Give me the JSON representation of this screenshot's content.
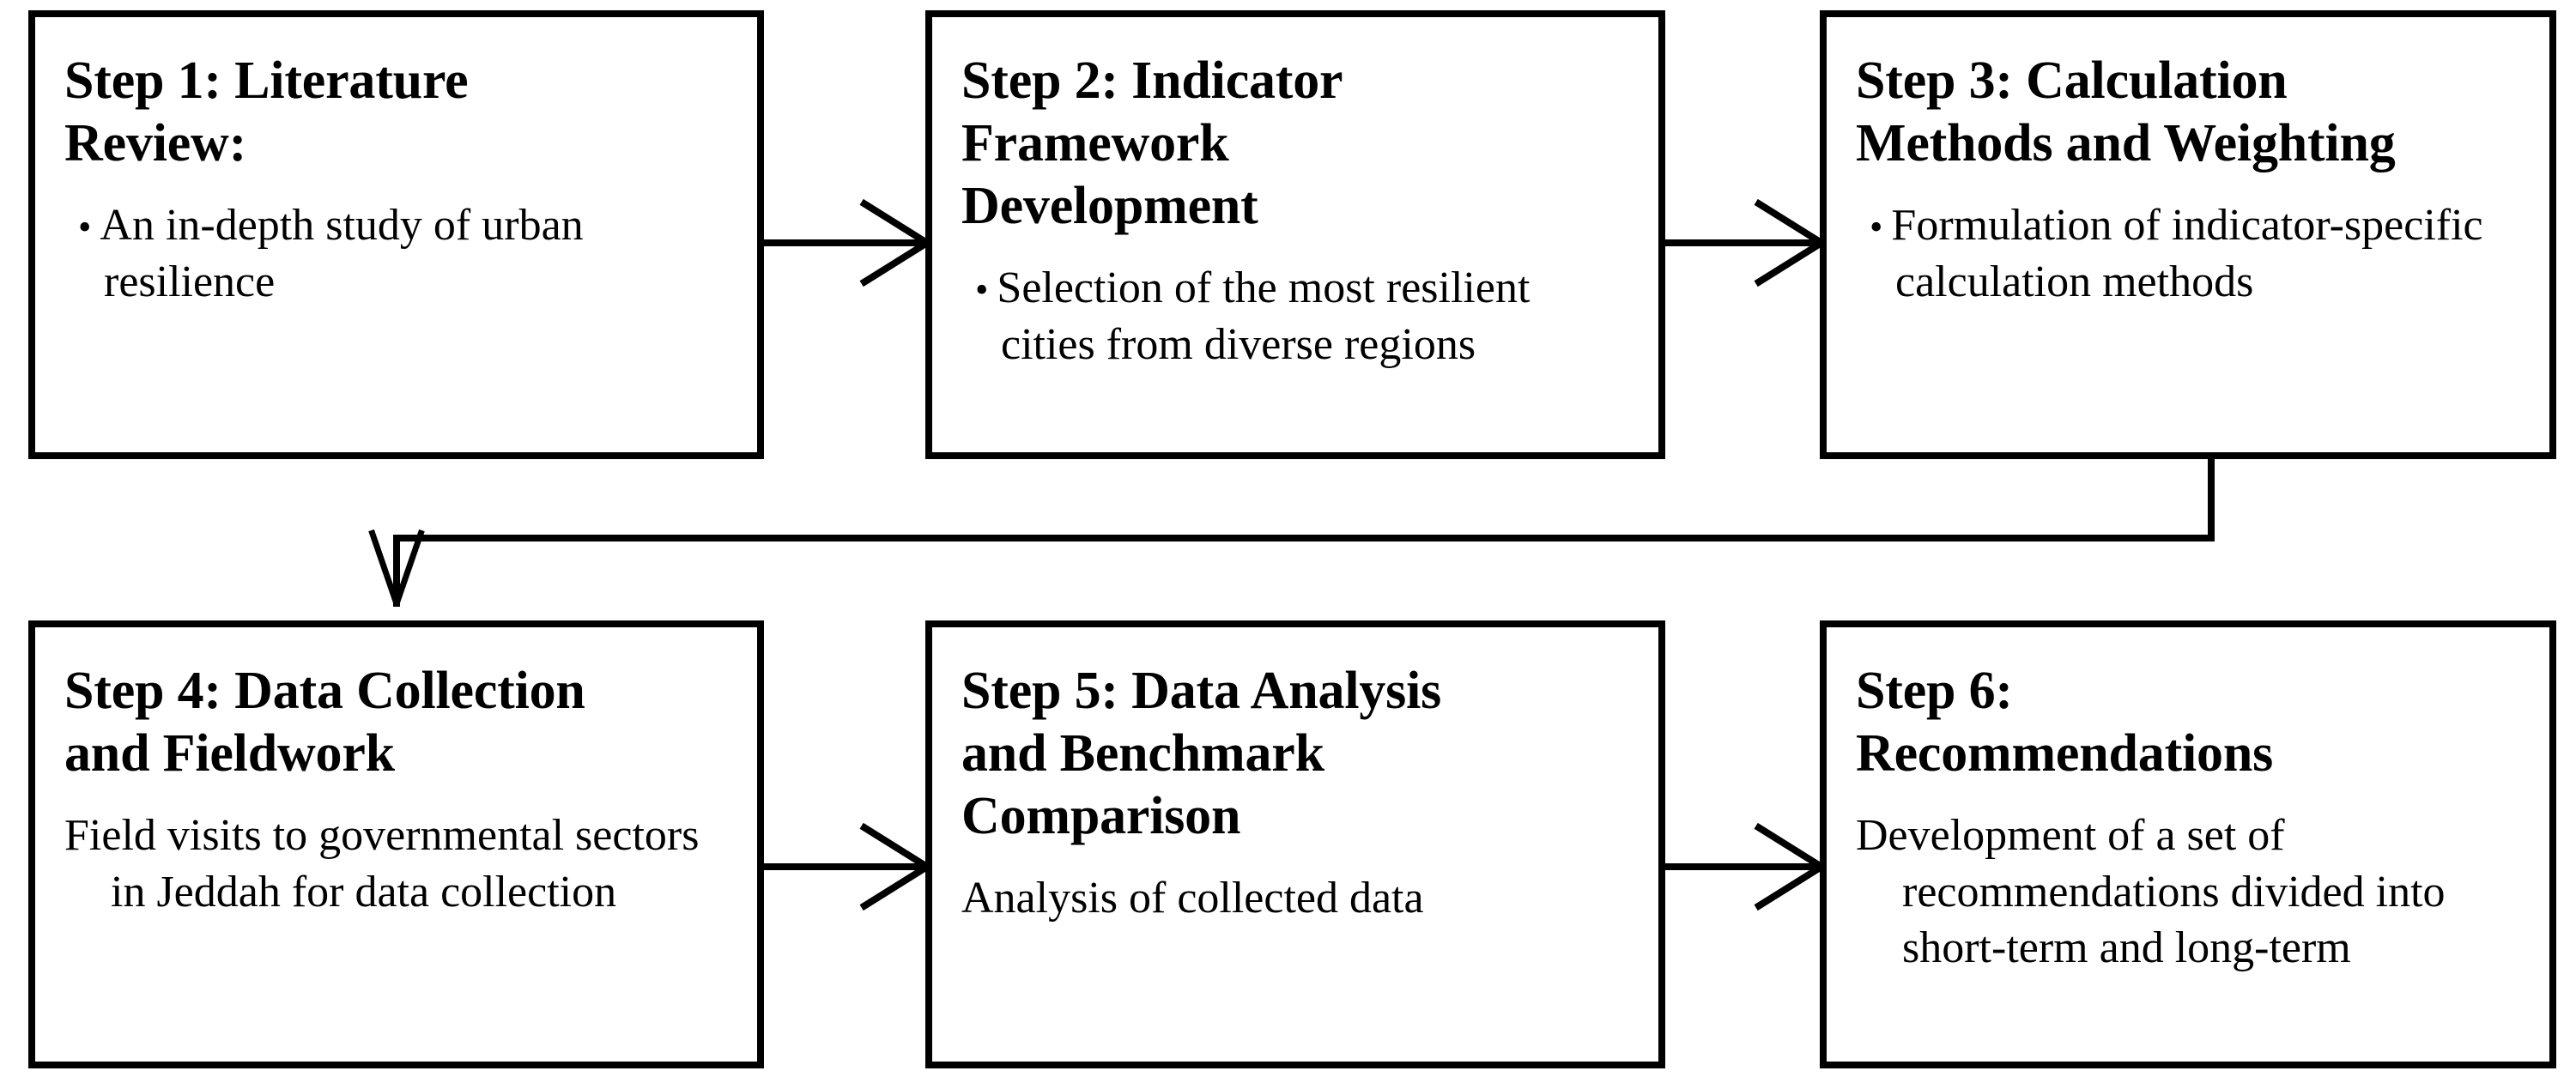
{
  "diagram": {
    "type": "flowchart",
    "orientation": "two-row-snake",
    "connector_style": "open-arrowhead",
    "stroke_color": "#000000",
    "background_color": "#ffffff",
    "steps": [
      {
        "id": "step-1",
        "title": "Step 1:  Literature\nReview:",
        "bullet_marker": "•",
        "body": "An in-depth study of urban resilience",
        "has_bullet": true
      },
      {
        "id": "step-2",
        "title": "Step 2: Indicator\nFramework\nDevelopment",
        "bullet_marker": "•",
        "body": "Selection of the most resilient cities from diverse regions",
        "has_bullet": true
      },
      {
        "id": "step-3",
        "title": "Step 3: Calculation\nMethods and Weighting",
        "bullet_marker": "•",
        "body": "Formulation of indicator-specific calculation methods",
        "has_bullet": true
      },
      {
        "id": "step-4",
        "title": "Step 4: Data Collection\nand Fieldwork",
        "bullet_marker": "",
        "body": "Field visits to governmental sectors in Jeddah for data collection",
        "has_bullet": false
      },
      {
        "id": "step-5",
        "title": "Step 5: Data Analysis\nand Benchmark\nComparison",
        "bullet_marker": "",
        "body": "Analysis of collected data",
        "has_bullet": false
      },
      {
        "id": "step-6",
        "title": "Step 6:\nRecommendations",
        "bullet_marker": "",
        "body": "Development of a set of recommendations divided into short-term and long-term",
        "has_bullet": false
      }
    ],
    "connections": [
      {
        "id": "connector-1-to-2",
        "from": "step-1",
        "to": "step-2",
        "kind": "straight-right"
      },
      {
        "id": "connector-2-to-3",
        "from": "step-2",
        "to": "step-3",
        "kind": "straight-right"
      },
      {
        "id": "connector-3-to-4",
        "from": "step-3",
        "to": "step-4",
        "kind": "elbow-down-left"
      },
      {
        "id": "connector-4-to-5",
        "from": "step-4",
        "to": "step-5",
        "kind": "straight-right"
      },
      {
        "id": "connector-5-to-6",
        "from": "step-5",
        "to": "step-6",
        "kind": "straight-right"
      }
    ]
  }
}
